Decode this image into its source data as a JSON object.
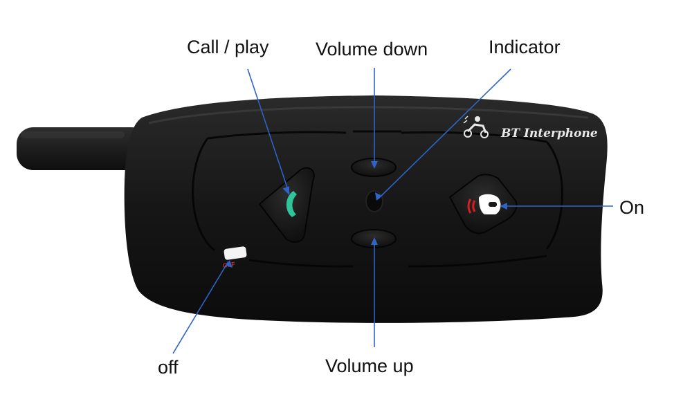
{
  "device": {
    "brand_text": "BT Interphone",
    "off_marking": "OFF",
    "colors": {
      "body": "#161616",
      "call_icon": "#2fc59a",
      "helmet_signal": "#d42020",
      "off_text": "#d42020",
      "pointer_line": "#2f63c7"
    }
  },
  "labels": {
    "call_play": "Call / play",
    "volume_down": "Volume down",
    "indicator": "Indicator",
    "on": "On",
    "off": "off",
    "volume_up": "Volume up"
  },
  "icons": {
    "call": "phone-handset-icon",
    "on": "helmet-signal-icon",
    "logo": "motorcycle-rider-icon"
  }
}
